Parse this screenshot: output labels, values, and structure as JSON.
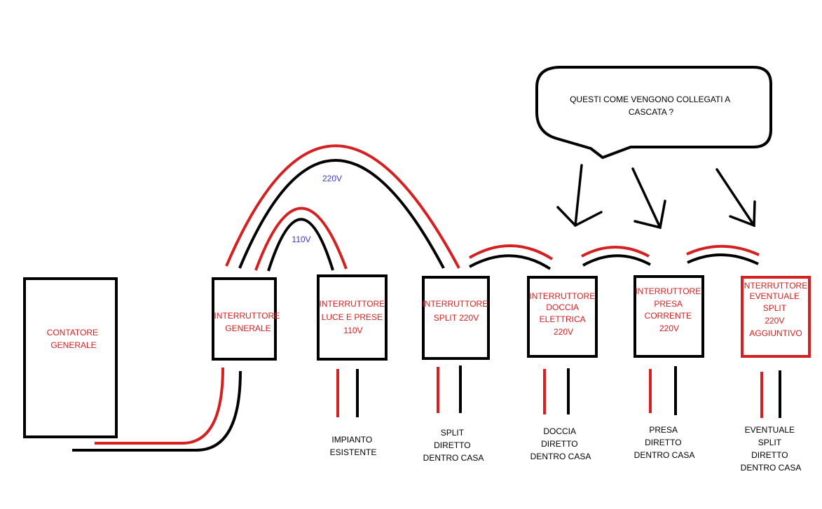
{
  "colors": {
    "live": "#d42020",
    "neutral": "#000000",
    "label": "#d42020",
    "voltage_label": "#3a3ad0"
  },
  "meter": {
    "lines": [
      "CONTATORE",
      "GENERALE"
    ]
  },
  "main_breaker": {
    "lines": [
      "INTERRUTTORE",
      "GENERALE"
    ]
  },
  "breakers": [
    {
      "lines": [
        "INTERRUTTORE",
        "LUCE E PRESE",
        "110V"
      ],
      "output": [
        "IMPIANTO",
        "ESISTENTE"
      ]
    },
    {
      "lines": [
        "INTERRUTTORE",
        "SPLIT 220V"
      ],
      "output": [
        "SPLIT",
        "DIRETTO",
        "DENTRO CASA"
      ]
    },
    {
      "lines": [
        "INTERRUTTORE",
        "DOCCIA",
        "ELETTRICA",
        "220V"
      ],
      "output": [
        "DOCCIA",
        "DIRETTO",
        "DENTRO CASA"
      ]
    },
    {
      "lines": [
        "INTERRUTTORE",
        "PRESA",
        "CORRENTE",
        "220V"
      ],
      "output": [
        "PRESA",
        "DIRETTO",
        "DENTRO CASA"
      ]
    },
    {
      "lines": [
        "INTERRUTTORE",
        "EVENTUALE",
        "SPLIT",
        "220V",
        "AGGIUNTIVO"
      ],
      "output": [
        "EVENTUALE",
        "SPLIT",
        "DIRETTO",
        "DENTRO CASA"
      ],
      "optional": true
    }
  ],
  "voltages": {
    "outer_arc": "220V",
    "inner_arc": "110V"
  },
  "question_bubble": {
    "lines": [
      "QUESTI COME VENGONO COLLEGATI A",
      "CASCATA ?"
    ]
  }
}
